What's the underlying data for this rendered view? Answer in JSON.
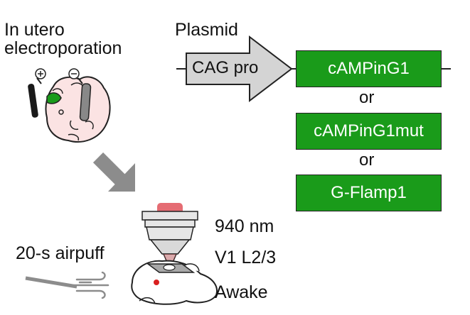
{
  "procedure": {
    "title_line1": "In utero",
    "title_line2": "electroporation"
  },
  "construct": {
    "heading": "Plasmid",
    "promoter": "CAG pro",
    "sensors": [
      "cAMPinG1",
      "cAMPinG1mut",
      "G-Flamp1"
    ],
    "separator": "or"
  },
  "imaging": {
    "wavelength": "940 nm",
    "region": "V1 L2/3",
    "state": "Awake",
    "stimulus": "20-s airpuff"
  },
  "colors": {
    "sensor_box": "#1a9b1a",
    "arrow_gray": "#8c8c8c",
    "promoter_fill": "#d4d4d4",
    "laser_red": "#e0525a",
    "brain_pink": "#fbe3e3",
    "electrode_green": "#1a9b1a"
  }
}
